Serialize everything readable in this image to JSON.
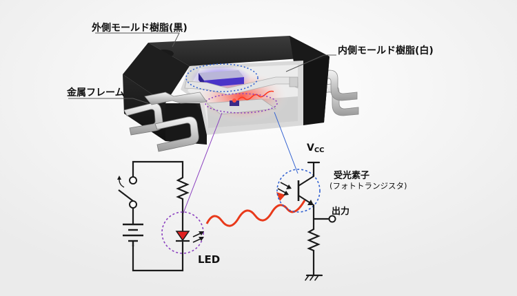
{
  "labels": {
    "outer_mold": "外側モールド樹脂(黒)",
    "inner_mold": "内側モールド樹脂(白)",
    "metal_frame": "金属フレーム",
    "vcc_main": "V",
    "vcc_sub": "CC",
    "receiver": "受光素子",
    "phototransistor": "(フォトトランジスタ)",
    "output": "出力",
    "led": "LED"
  },
  "colors": {
    "package_black": "#2a2a2a",
    "inner_white": "#e8e8e8",
    "led_red": "#e02020",
    "light_wave": "#e8391a",
    "emitter_circle": "#8a3fbf",
    "receiver_circle": "#2f5fd0",
    "wire": "#1a1a1a"
  }
}
